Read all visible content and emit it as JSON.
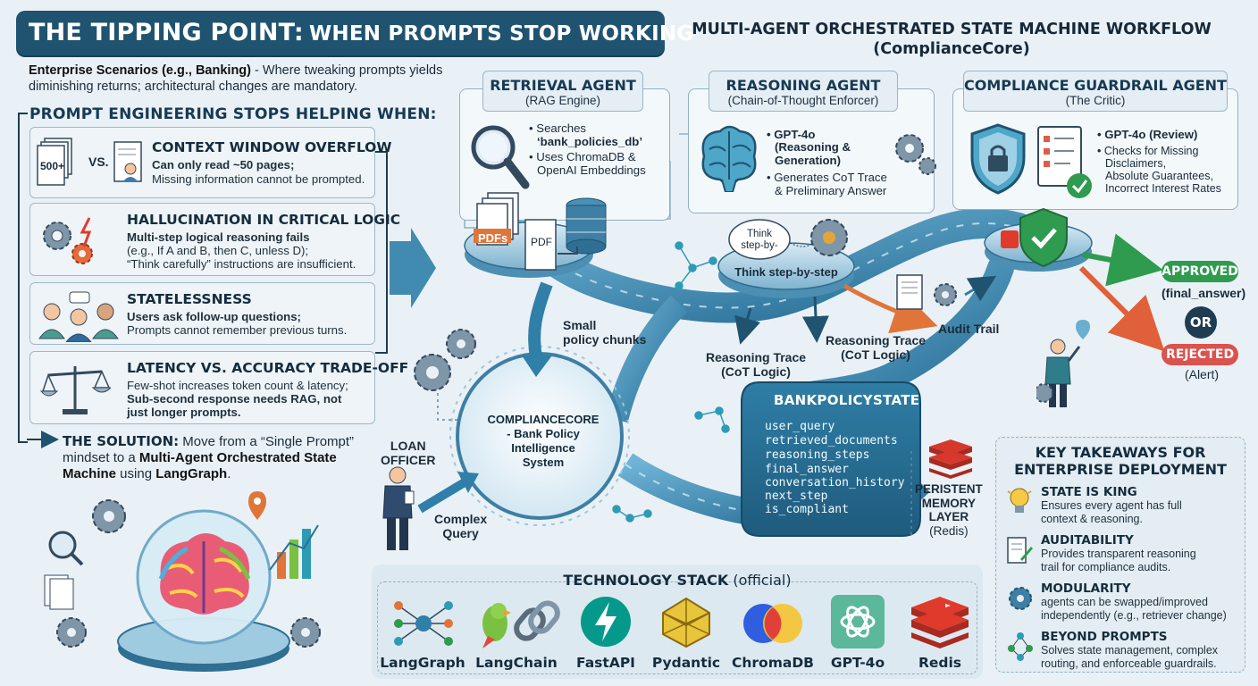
{
  "title": {
    "main": "THE TIPPING POINT:",
    "sub": "WHEN PROMPTS STOP WORKING"
  },
  "enterprise": {
    "lead": "Enterprise Scenarios (e.g., Banking)",
    "rest": " - Where tweaking prompts yields diminishing returns; architectural changes are mandatory."
  },
  "prompt_engineering_heading": "PROMPT ENGINEERING STOPS HELPING WHEN:",
  "problems": [
    {
      "title": "CONTEXT WINDOW OVERFLOW",
      "lines": [
        "Can only read ~50 pages;",
        "Missing information cannot be prompted."
      ],
      "icon": "documents-icon",
      "icon_text": "500+",
      "vs": "VS."
    },
    {
      "title": "HALLUCINATION IN CRITICAL LOGIC",
      "lines": [
        "Multi-step logical reasoning fails",
        "(e.g., If A and B, then C, unless D);",
        "“Think carefully” instructions are insufficient."
      ],
      "icon": "gears-icon"
    },
    {
      "title": "STATELESSNESS",
      "lines": [
        "Users ask follow-up questions;",
        "Prompts cannot remember previous turns."
      ],
      "icon": "people-icon"
    },
    {
      "title": "LATENCY VS. ACCURACY TRADE-OFF",
      "lines": [
        "Few-shot increases token count & latency;",
        "Sub-second response needs RAG, not",
        "just longer prompts."
      ],
      "icon": "scale-icon"
    }
  ],
  "solution": {
    "heading": "THE SOLUTION:",
    "text1": " Move from a “Single Prompt” mindset to a ",
    "bold": "Multi-Agent Orchestrated State Machine",
    "text2": " using ",
    "bold2": "LangGraph",
    "text3": "."
  },
  "workflow_title": {
    "line1": "MULTI-AGENT ORCHESTRATED STATE MACHINE WORKFLOW",
    "line2": "(ComplianceCore)"
  },
  "agents": {
    "retrieval": {
      "name": "RETRIEVAL AGENT",
      "sub": "(RAG Engine)",
      "bullets": [
        "• Searches",
        "‘bank_policies_db’",
        "• Uses ChromaDB &",
        "OpenAI Embeddings"
      ],
      "pdfs": "PDFs",
      "pdf": "PDF"
    },
    "reasoning": {
      "name": "REASONING AGENT",
      "sub": "(Chain-of-Thought Enforcer)",
      "bullets": [
        "• GPT-4o",
        "(Reasoning &",
        "Generation)",
        "• Generates CoT Trace",
        "& Preliminary Answer"
      ],
      "bubble": [
        "Think",
        "step-by-"
      ],
      "platform": "Think step-by-step"
    },
    "compliance": {
      "name": "COMPLIANCE GUARDRAIL AGENT",
      "sub": "(The Critic)",
      "bullets": [
        "• GPT-4o (Review)",
        "• Checks for Missing",
        "Disclaimers,",
        "Absolute Guarantees,",
        "Incorrect Interest Rates"
      ]
    }
  },
  "flow_labels": {
    "small_chunks": [
      "Small",
      "policy chunks"
    ],
    "reasoning_trace_1": [
      "Reasoning Trace",
      "(CoT Logic)"
    ],
    "reasoning_trace_2": [
      "Reasoning Trace",
      "(CoT Logic)"
    ],
    "audit_trail": "Audit Trail",
    "loan_officer": [
      "LOAN",
      "OFFICER"
    ],
    "complex_query": [
      "Complex",
      "Query"
    ],
    "persistent_memory": [
      "PERISTENT",
      "MEMORY",
      "LAYER",
      "(Redis)"
    ]
  },
  "outcomes": {
    "approved": "APPROVED",
    "approved_sub": "(final_answer)",
    "or": "OR",
    "rejected": "REJECTED",
    "rejected_sub": "(Alert)",
    "approved_color": "#2e9b4e",
    "rejected_color": "#d9534f"
  },
  "core": {
    "lines": [
      "COMPLIANCECORE",
      "- Bank Policy",
      "Intelligence",
      "System"
    ]
  },
  "state": {
    "title": "BANKPOLICYSTATE",
    "fields": [
      "user_query",
      "retrieved_documents",
      "reasoning_steps",
      "final_answer",
      "conversation_history",
      "next_step",
      "is_compliant"
    ]
  },
  "takeaways": {
    "title": [
      "KEY TAKEAWAYS FOR",
      "ENTERPRISE DEPLOYMENT"
    ],
    "items": [
      {
        "heading": "STATE IS KING",
        "lines": [
          "Ensures every agent has full",
          "context & reasoning."
        ],
        "icon": "lightbulb-icon"
      },
      {
        "heading": "AUDITABILITY",
        "lines": [
          "Provides transparent reasoning",
          "trail for compliance audits."
        ],
        "icon": "document-pen-icon"
      },
      {
        "heading": "MODULARITY",
        "lines": [
          "agents can be swapped/improved",
          "independently (e.g., retriever change)"
        ],
        "icon": "gear-icon"
      },
      {
        "heading": "BEYOND PROMPTS",
        "lines": [
          "Solves state management, complex",
          "routing, and enforceable guardrails."
        ],
        "icon": "network-icon"
      }
    ]
  },
  "tech_stack": {
    "title": "TECHNOLOGY STACK",
    "title_suffix": " (official)",
    "items": [
      {
        "name": "LangGraph",
        "icon": "langgraph-icon"
      },
      {
        "name": "LangChain",
        "icon": "parrot-chain-icon"
      },
      {
        "name": "FastAPI",
        "icon": "fastapi-bolt-icon"
      },
      {
        "name": "Pydantic",
        "icon": "pydantic-icon"
      },
      {
        "name": "ChromaDB",
        "icon": "chromadb-icon"
      },
      {
        "name": "GPT-4o",
        "icon": "openai-icon"
      },
      {
        "name": "Redis",
        "icon": "redis-icon"
      }
    ]
  },
  "colors": {
    "banner": "#1f5370",
    "flow": "#2f7fa8",
    "state_panel": "#2a6f93"
  }
}
